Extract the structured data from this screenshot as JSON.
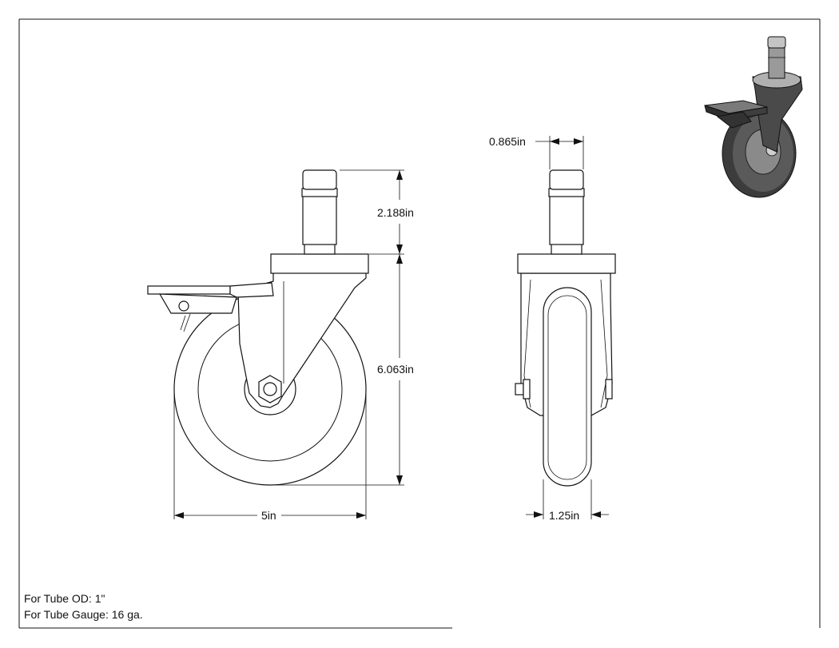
{
  "dimensions": {
    "stem_height": "2.188in",
    "body_height": "6.063in",
    "wheel_diameter": "5in",
    "stem_width": "0.865in",
    "wheel_width": "1.25in"
  },
  "notes": {
    "tube_od": "For Tube OD: 1\"",
    "tube_gauge": "For Tube Gauge: 16 ga."
  },
  "icons": [
    "caster-3d-render-icon"
  ],
  "colors": {
    "line": "#111111",
    "paper": "#ffffff",
    "render": "#4a4a4a"
  }
}
